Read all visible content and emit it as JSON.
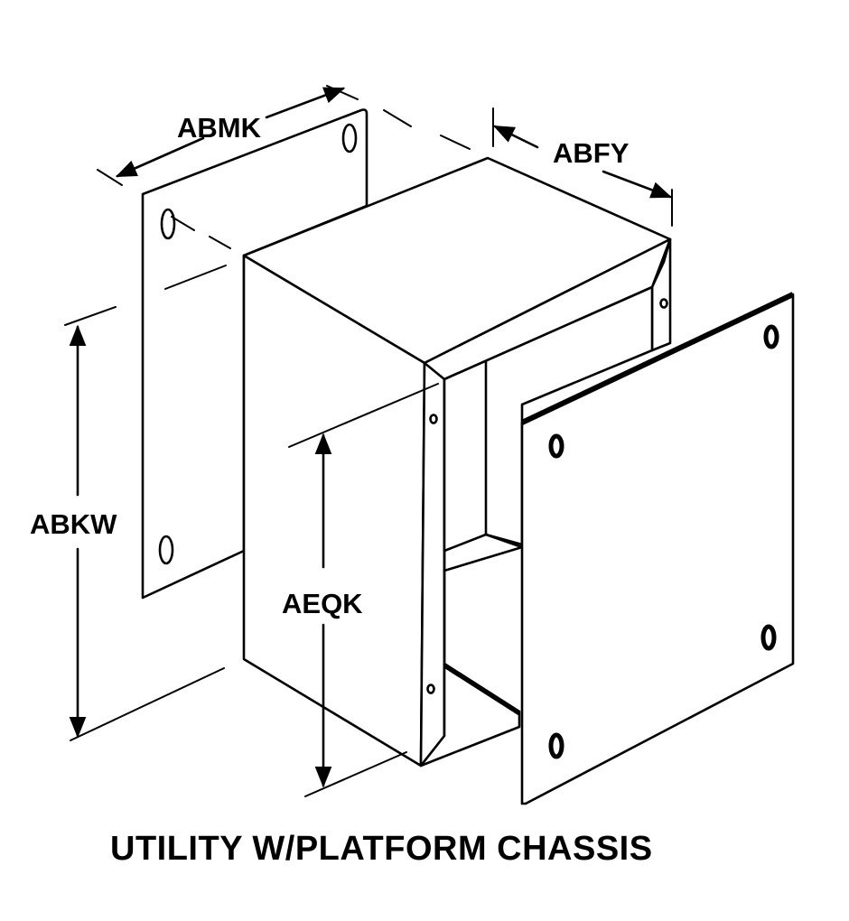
{
  "figure": {
    "caption": "UTILITY W/PLATFORM CHASSIS",
    "subject": "utility enclosure with platform chassis, isometric view",
    "dimension_labels": {
      "back_panel_width": "ABMK",
      "box_depth": "ABFY",
      "back_panel_height": "ABKW",
      "box_height": "AEQK"
    },
    "components": [
      "back-mounting-panel",
      "enclosure-box",
      "front-cover-plate"
    ],
    "colors": {
      "line": "#000000",
      "background": "#ffffff"
    }
  }
}
